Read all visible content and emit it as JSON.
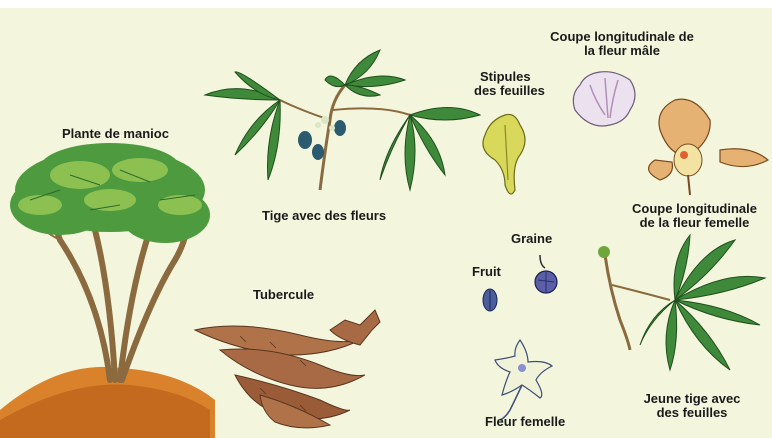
{
  "labels": {
    "plante": "Plante de manioc",
    "tige": "Tige avec des fleurs",
    "stipules_1": "Stipules",
    "stipules_2": "des feuilles",
    "male_1": "Coupe longitudinale de",
    "male_2": "la fleur mâle",
    "femelle_coupe_1": "Coupe longitudinale",
    "femelle_coupe_2": "de la fleur femelle",
    "graine": "Graine",
    "fruit": "Fruit",
    "tubercule": "Tubercule",
    "jeune_1": "Jeune tige avec",
    "jeune_2": "des feuilles",
    "fleur_femelle": "Fleur femelle"
  },
  "colors": {
    "background": "#f3f6dc",
    "leaf": "#3f8a3a",
    "leaf_light": "#7fb84a",
    "stem": "#8a6a3e",
    "tuber": "#a86a44",
    "soil": "#d9822b"
  }
}
